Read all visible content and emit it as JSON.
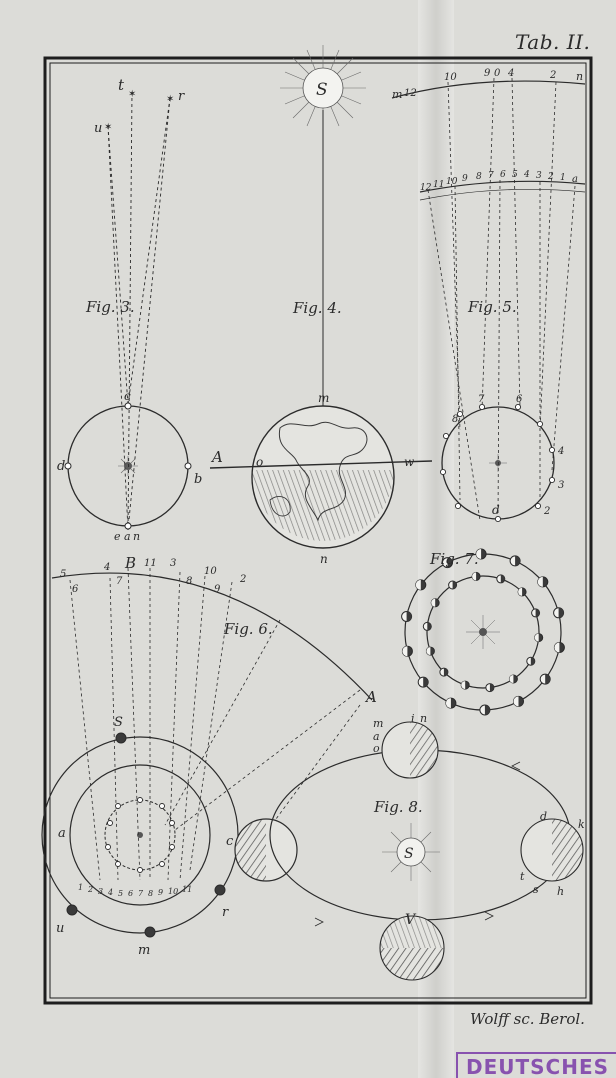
{
  "plate_label": "Tab. II.",
  "engraver_signature": "Wolff sc. Berol.",
  "library_stamp": "DEUTSCHES",
  "figures": {
    "fig3": {
      "label": "Fig. 3.",
      "points": [
        "u",
        "t",
        "r",
        "c",
        "d",
        "b",
        "e",
        "a",
        "n"
      ]
    },
    "fig4": {
      "label": "Fig. 4.",
      "sun_letter": "S",
      "points": [
        "A",
        "o",
        "w",
        "m",
        "n"
      ]
    },
    "fig5": {
      "label": "Fig. 5.",
      "top_scale": [
        "m",
        "12",
        "10",
        "9",
        "0",
        "4",
        "2",
        "n"
      ],
      "mid_scale": [
        "12",
        "11",
        "10",
        "9",
        "8",
        "7",
        "6",
        "5",
        "4",
        "3",
        "2",
        "1",
        "a"
      ],
      "circle_points": [
        "8",
        "7",
        "6",
        "4",
        "3",
        "2",
        "d"
      ]
    },
    "fig6": {
      "label": "Fig. 6.",
      "points": [
        "B",
        "A",
        "S",
        "a",
        "u",
        "m",
        "r",
        "c"
      ],
      "arc_numbers": [
        "5",
        "4",
        "11",
        "3",
        "8",
        "10",
        "2",
        "6",
        "7",
        "9"
      ],
      "bottom_numbers": [
        "1",
        "2",
        "3",
        "4",
        "5",
        "6",
        "7",
        "8",
        "9",
        "10",
        "11"
      ]
    },
    "fig7": {
      "label": "Fig. 7."
    },
    "fig8": {
      "label": "Fig. 8.",
      "sun_letter": "S",
      "points": [
        "i",
        "n",
        "m",
        "a",
        "o",
        "d",
        "t",
        "s",
        "h",
        "k",
        "V"
      ]
    }
  }
}
